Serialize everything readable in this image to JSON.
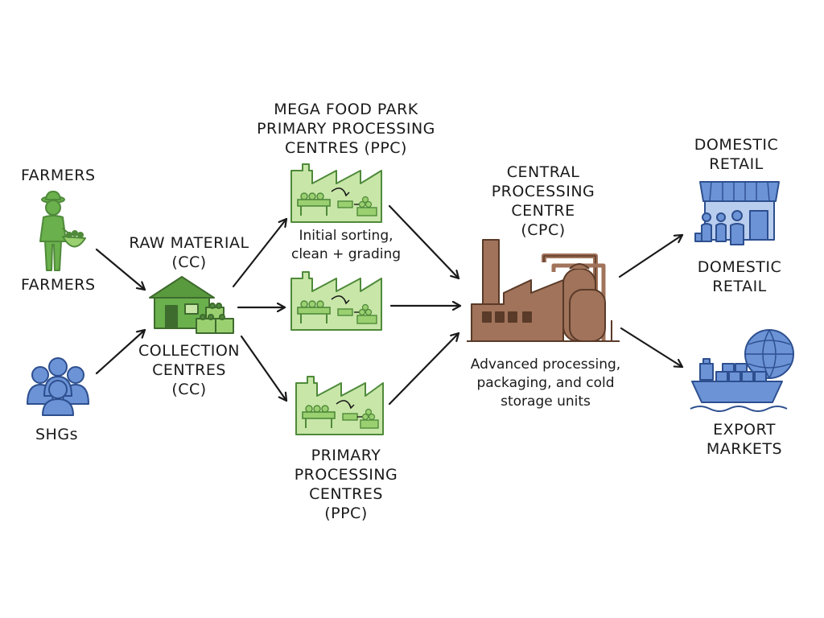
{
  "sources": {
    "farmers_top": "FARMERS",
    "farmers_bottom": "FARMERS",
    "shgs": "SHGs"
  },
  "collection": {
    "top_lines": [
      "RAW MATERIAL",
      "(CC)"
    ],
    "bottom_lines": [
      "COLLECTION",
      "CENTRES",
      "(CC)"
    ]
  },
  "ppc": {
    "top_title_lines": [
      "MEGA FOOD PARK",
      "PRIMARY PROCESSING",
      "CENTRES (PPC)"
    ],
    "note_lines": [
      "Initial sorting,",
      "clean + grading"
    ],
    "bottom_title_lines": [
      "PRIMARY",
      "PROCESSING",
      "CENTRES",
      "(PPC)"
    ]
  },
  "cpc": {
    "title_lines": [
      "CENTRAL",
      "PROCESSING",
      "CENTRE",
      "(CPC)"
    ],
    "note_lines": [
      "Advanced processing,",
      "packaging, and cold",
      "storage units"
    ]
  },
  "markets": {
    "domestic_top_lines": [
      "DOMESTIC",
      "RETAIL"
    ],
    "domestic_bottom_lines": [
      "DOMESTIC",
      "RETAIL"
    ],
    "export_lines": [
      "EXPORT",
      "MARKETS"
    ]
  },
  "colors": {
    "green_fill": "#c8e6a8",
    "green_dark": "#4f8a3a",
    "house_green": "#6ab04c",
    "blue_fill": "#6c93d6",
    "blue_dark": "#2d4f8f",
    "brown_fill": "#a0735a",
    "brown_dark": "#5a3a28",
    "ink": "#1a1a1a"
  }
}
